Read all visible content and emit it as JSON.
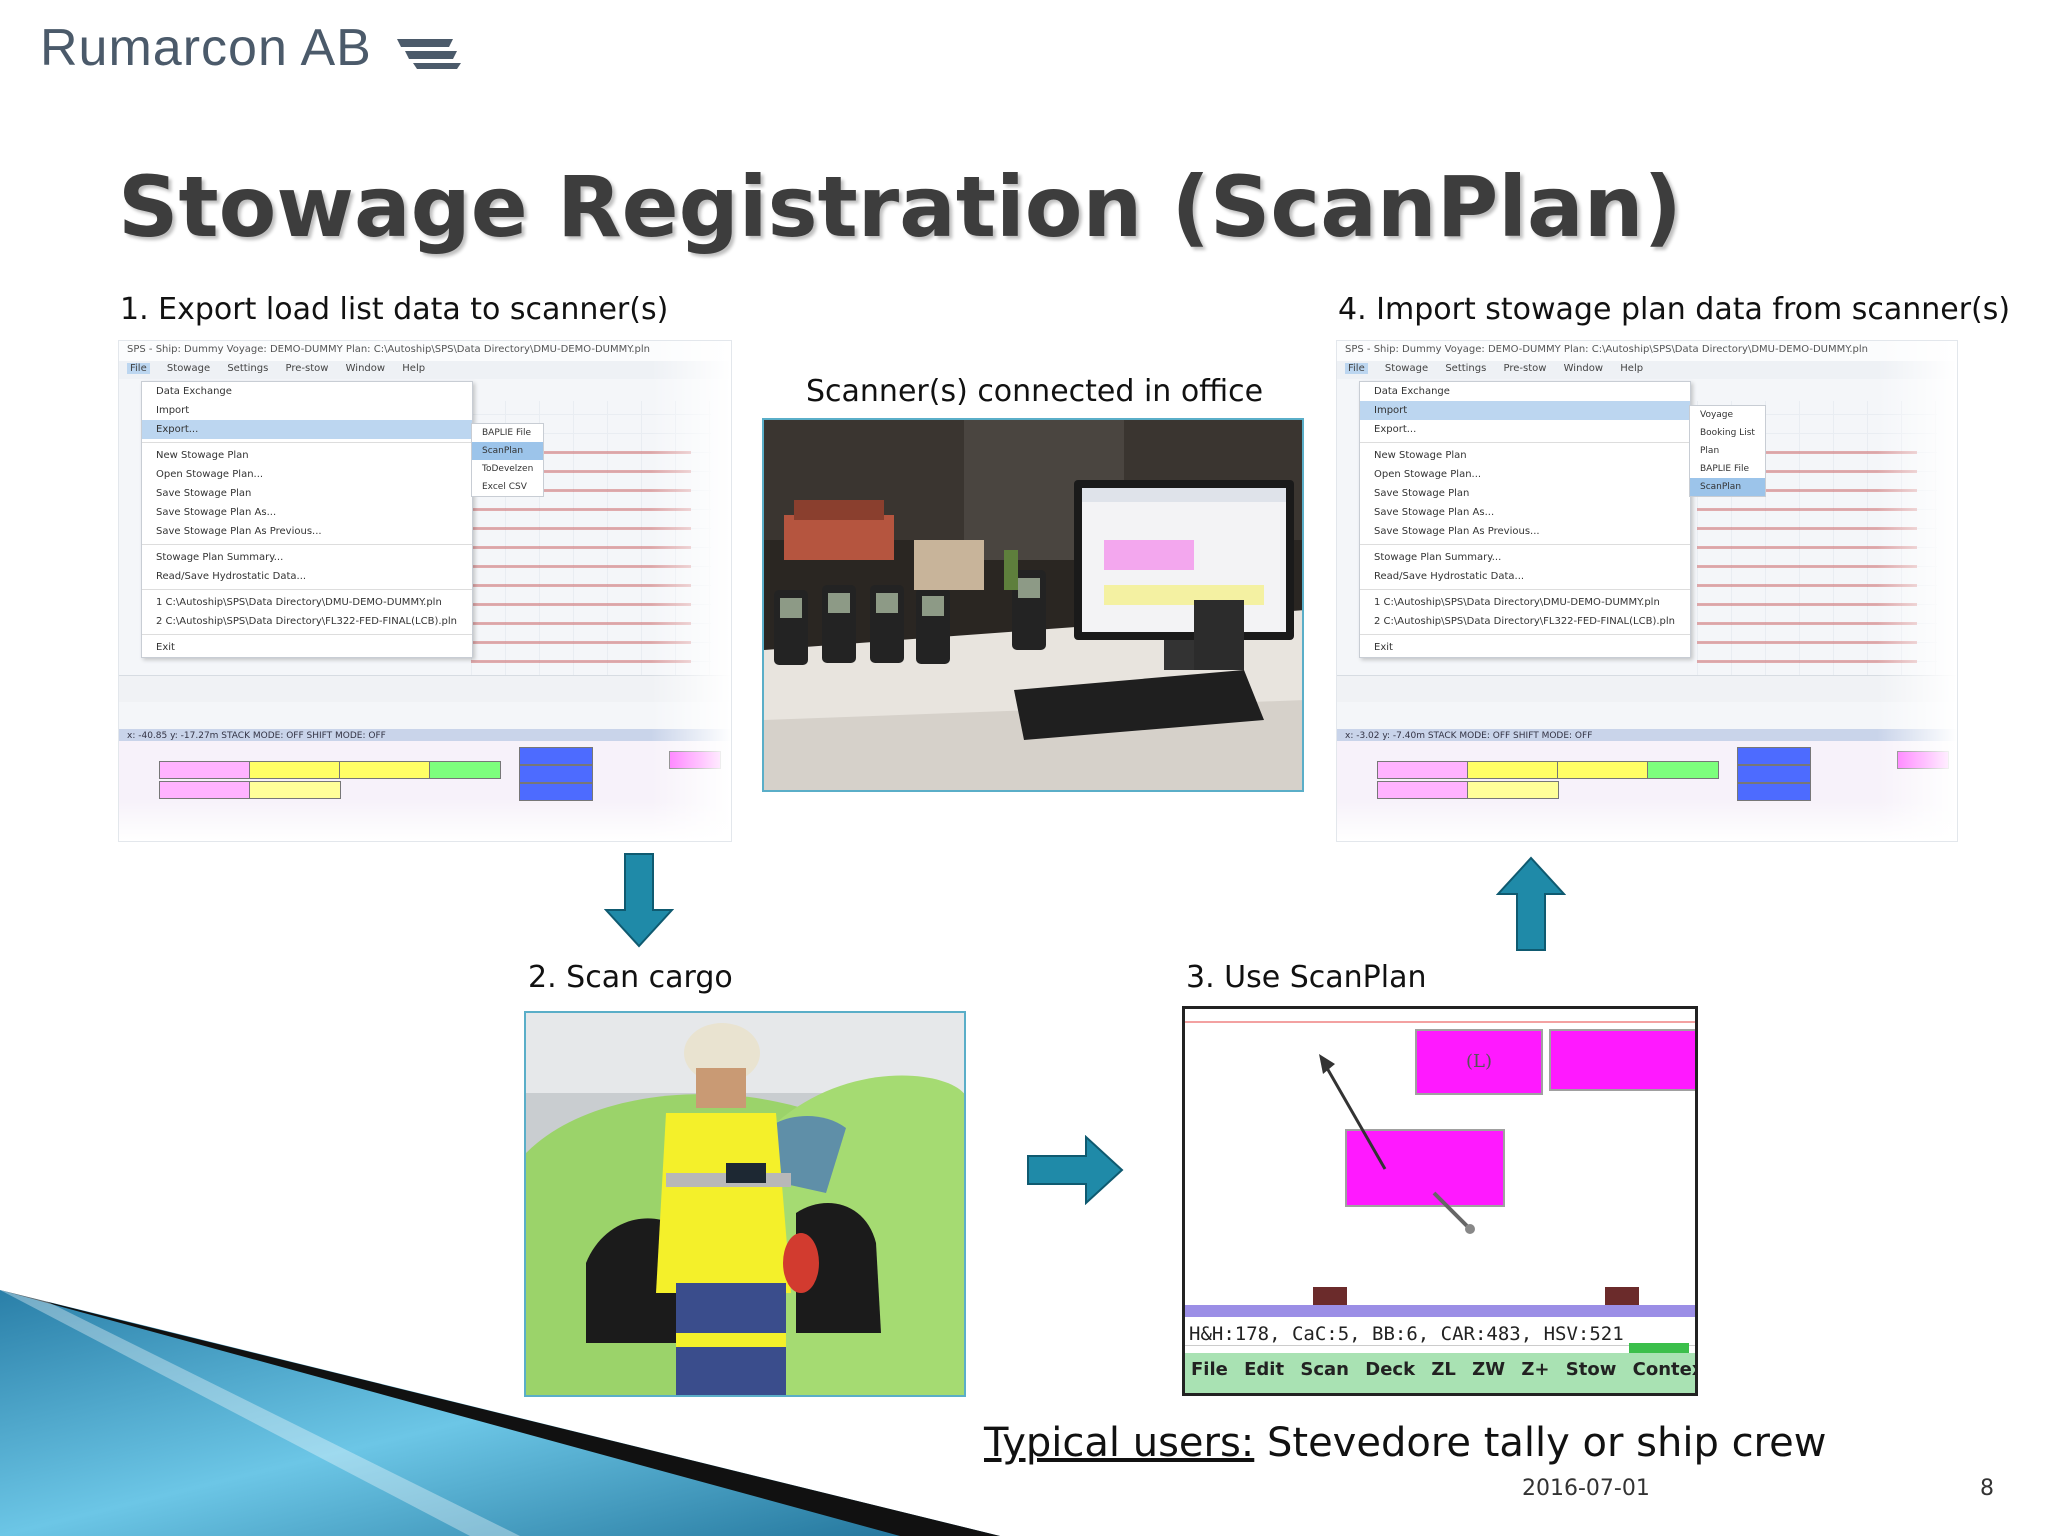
{
  "logo": {
    "text": "Rumarcon AB"
  },
  "title": "Stowage Registration (ScanPlan)",
  "steps": {
    "s1": "1. Export load list data to scanner(s)",
    "office": "Scanner(s) connected in office",
    "s4": "4. Import stowage plan data from scanner(s)",
    "s2": "2. Scan cargo",
    "s3": "3. Use ScanPlan"
  },
  "export_window": {
    "titlebar": "SPS - Ship: Dummy   Voyage: DEMO-DUMMY   Plan: C:\\Autoship\\SPS\\Data Directory\\DMU-DEMO-DUMMY.pln",
    "menu": [
      "File",
      "Stowage",
      "Settings",
      "Pre-stow",
      "Window",
      "Help"
    ],
    "file_items": [
      "Data Exchange",
      "Import",
      "Export...",
      "New Stowage Plan",
      "Open Stowage Plan...",
      "Save Stowage Plan",
      "Save Stowage Plan As...",
      "Save Stowage Plan As Previous...",
      "Stowage Plan Summary...",
      "Read/Save Hydrostatic Data...",
      "1 C:\\Autoship\\SPS\\Data Directory\\DMU-DEMO-DUMMY.pln",
      "2 C:\\Autoship\\SPS\\Data Directory\\FL322-FED-FINAL(LCB).pln",
      "Exit"
    ],
    "submenu": [
      "BAPLIE File",
      "ScanPlan",
      "ToDevelzen",
      "Excel CSV"
    ],
    "status": "x: -40.85  y: -17.27m  STACK MODE: OFF   SHIFT MODE: OFF"
  },
  "import_window": {
    "titlebar": "SPS - Ship: Dummy   Voyage: DEMO-DUMMY   Plan: C:\\Autoship\\SPS\\Data Directory\\DMU-DEMO-DUMMY.pln",
    "menu": [
      "File",
      "Stowage",
      "Settings",
      "Pre-stow",
      "Window",
      "Help"
    ],
    "file_items": [
      "Data Exchange",
      "Import",
      "Export...",
      "New Stowage Plan",
      "Open Stowage Plan...",
      "Save Stowage Plan",
      "Save Stowage Plan As...",
      "Save Stowage Plan As Previous...",
      "Stowage Plan Summary...",
      "Read/Save Hydrostatic Data...",
      "1 C:\\Autoship\\SPS\\Data Directory\\DMU-DEMO-DUMMY.pln",
      "2 C:\\Autoship\\SPS\\Data Directory\\FL322-FED-FINAL(LCB).pln",
      "Exit"
    ],
    "submenu": [
      "Voyage",
      "Booking List",
      "Plan",
      "BAPLIE File",
      "ScanPlan"
    ],
    "status": "x: -3.02  y: -7.40m  STACK MODE: OFF   SHIFT MODE: OFF"
  },
  "scanplan": {
    "box_label": "(L)",
    "status": "H&H:178, CaC:5, BB:6, CAR:483, HSV:521",
    "menu": [
      "File",
      "Edit",
      "Scan",
      "Deck",
      "ZL",
      "ZW",
      "Z+",
      "Stow",
      "Context"
    ]
  },
  "typical": {
    "label": "Typical users:",
    "text": " Stevedore tally or ship crew"
  },
  "footer": {
    "date": "2016-07-01",
    "page": "8"
  },
  "colors": {
    "accent": "#1f8aa8",
    "magenta": "#ff19ff",
    "title": "#3d3d3d"
  }
}
